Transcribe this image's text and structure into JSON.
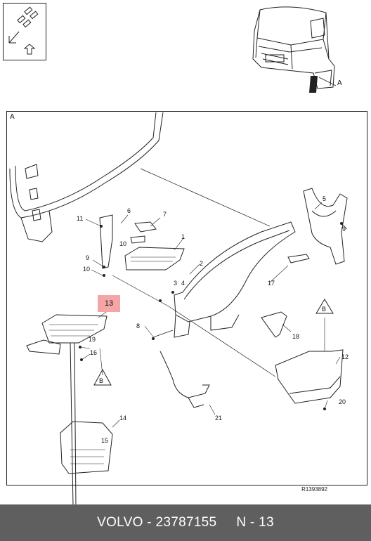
{
  "view": {
    "thumb_label": "A",
    "frame_label": "A",
    "reference": "R1393892"
  },
  "callouts": {
    "n1": "1",
    "n2": "2",
    "n3": "3",
    "n4": "4",
    "n5": "5",
    "n6": "6",
    "n7": "7",
    "n8": "8",
    "n9a": "9",
    "n9b": "9",
    "n10a": "10",
    "n10b": "10",
    "n11": "11",
    "n12": "12",
    "n13": "13",
    "n14": "14",
    "n15": "15",
    "n16": "16",
    "n17": "17",
    "n18": "18",
    "n19": "19",
    "n20": "20",
    "n21": "21",
    "ref_b1": "B",
    "ref_b2": "B"
  },
  "footer": {
    "brand": "VOLVO",
    "separator": " - ",
    "part_number": "23787155",
    "position": "N - 13"
  },
  "colors": {
    "highlight": "#f4a6a6",
    "footer_bg": "#5f5f5f"
  }
}
